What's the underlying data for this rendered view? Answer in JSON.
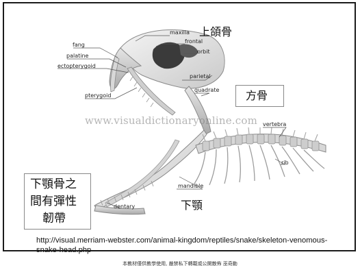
{
  "labels": {
    "fang": "fang",
    "palatine": "palatine",
    "ectopterygoid": "ectopterygoid",
    "pterygoid": "pterygoid",
    "maxilla": "maxilla",
    "frontal": "frontal",
    "orbit": "orbit",
    "parietal": "parietal",
    "quadrate": "quadrate",
    "vertebra": "vertebra",
    "rib": "rib",
    "mandible": "mandible",
    "dentary": "dentary"
  },
  "annotations": {
    "maxilla_cn": "上頜骨",
    "quadrate_cn": "方骨",
    "mandible_cn": "下顎",
    "ligament_line1": "下顎骨之",
    "ligament_line2": "間有彈性",
    "ligament_line3": "韌帶"
  },
  "watermark": "www.visualdictionaryonline.com",
  "source_url": "http://visual.merriam-webster.com/animal-kingdom/reptiles/snake/skeleton-venomous-snake-head.php",
  "footer": "本教材僅供教學使用, 嚴禁私下轉載或公開散佈 巫奇勳"
}
